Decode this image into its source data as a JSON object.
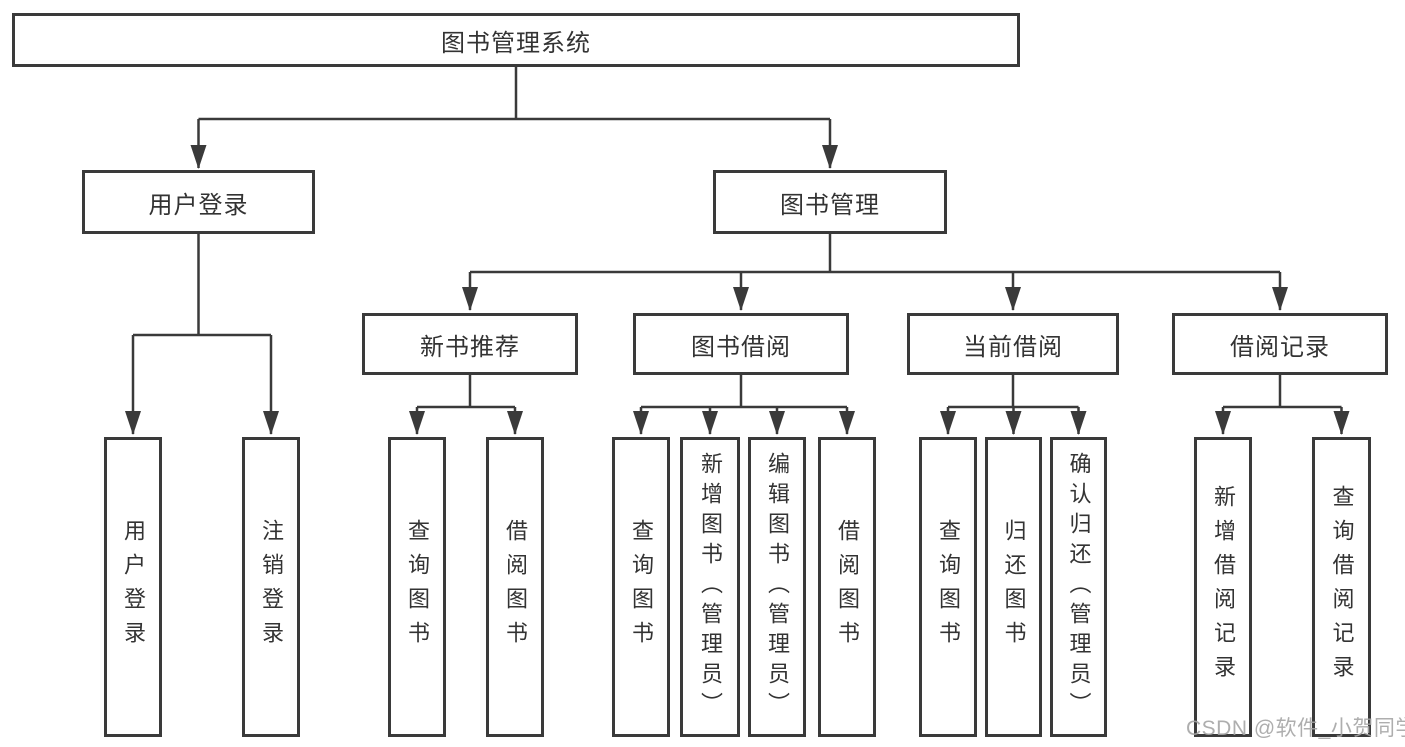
{
  "diagram": {
    "type": "tree",
    "root": {
      "label": "图书管理系统"
    },
    "level2": {
      "user_login": {
        "label": "用户登录"
      },
      "book_management": {
        "label": "图书管理"
      }
    },
    "level3": {
      "new_book_recommend": {
        "label": "新书推荐"
      },
      "book_borrowing": {
        "label": "图书借阅"
      },
      "current_borrowing": {
        "label": "当前借阅"
      },
      "borrow_records": {
        "label": "借阅记录"
      }
    },
    "leaves": {
      "user_login": {
        "label": "用户登录"
      },
      "logout": {
        "label": "注销登录"
      },
      "rec_query_books": {
        "label": "查询图书"
      },
      "rec_borrow_books": {
        "label": "借阅图书"
      },
      "bb_query_books": {
        "label": "查询图书"
      },
      "bb_add_books": {
        "label": "新增图书（管理员）"
      },
      "bb_edit_books": {
        "label": "编辑图书（管理员）"
      },
      "bb_borrow_books": {
        "label": "借阅图书"
      },
      "cb_query_books": {
        "label": "查询图书"
      },
      "cb_return_books": {
        "label": "归还图书"
      },
      "cb_confirm_return": {
        "label": "确认归还（管理员）"
      },
      "br_add_record": {
        "label": "新增借阅记录"
      },
      "br_query_record": {
        "label": "查询借阅记录"
      }
    },
    "edges": [
      {
        "from": "图书管理系统",
        "to": "用户登录"
      },
      {
        "from": "图书管理系统",
        "to": "图书管理"
      },
      {
        "from": "用户登录",
        "to": "用户登录"
      },
      {
        "from": "用户登录",
        "to": "注销登录"
      },
      {
        "from": "图书管理",
        "to": "新书推荐"
      },
      {
        "from": "图书管理",
        "to": "图书借阅"
      },
      {
        "from": "图书管理",
        "to": "当前借阅"
      },
      {
        "from": "图书管理",
        "to": "借阅记录"
      },
      {
        "from": "新书推荐",
        "to": "查询图书"
      },
      {
        "from": "新书推荐",
        "to": "借阅图书"
      },
      {
        "from": "图书借阅",
        "to": "查询图书"
      },
      {
        "from": "图书借阅",
        "to": "新增图书（管理员）"
      },
      {
        "from": "图书借阅",
        "to": "编辑图书（管理员）"
      },
      {
        "from": "图书借阅",
        "to": "借阅图书"
      },
      {
        "from": "当前借阅",
        "to": "查询图书"
      },
      {
        "from": "当前借阅",
        "to": "归还图书"
      },
      {
        "from": "当前借阅",
        "to": "确认归还（管理员）"
      },
      {
        "from": "借阅记录",
        "to": "新增借阅记录"
      },
      {
        "from": "借阅记录",
        "to": "查询借阅记录"
      }
    ]
  },
  "colors": {
    "line": "#3a3a3a",
    "text": "#333333",
    "background": "#ffffff",
    "watermark": "#a5a5a5"
  },
  "watermark": {
    "text": "CSDN @软件_小贺同学"
  }
}
